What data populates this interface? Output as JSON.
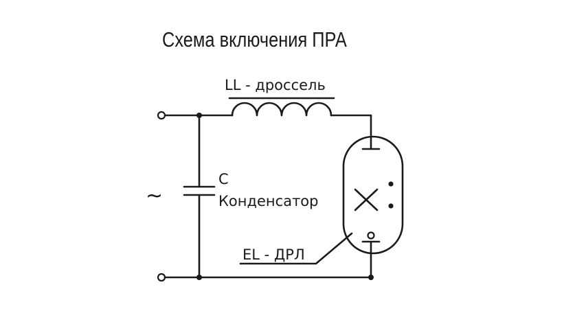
{
  "title": "Схема включения ПРА",
  "labels": {
    "inductor": "LL - дроссель",
    "capacitor_symbol": "C",
    "capacitor_name": "Конденсатор",
    "lamp": "EL - ДРЛ",
    "ac_source": "~"
  }
}
